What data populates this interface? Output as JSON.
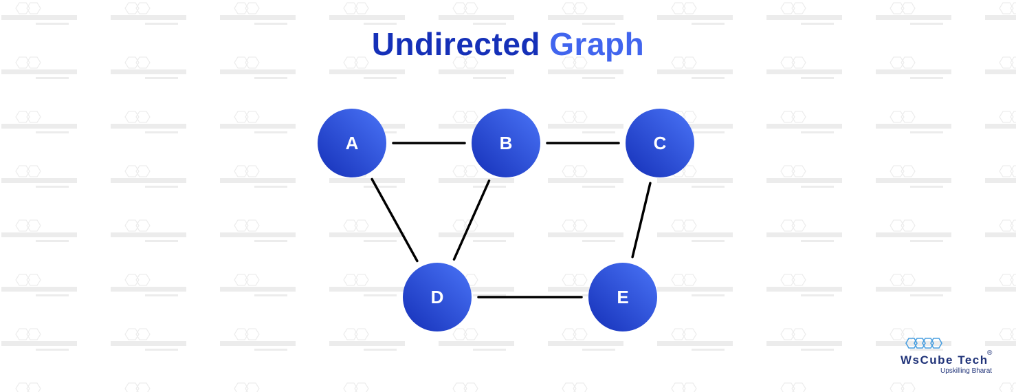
{
  "title": {
    "part1": "Undirected",
    "part2": "Graph"
  },
  "graph": {
    "nodes": [
      {
        "id": "A",
        "label": "A"
      },
      {
        "id": "B",
        "label": "B"
      },
      {
        "id": "C",
        "label": "C"
      },
      {
        "id": "D",
        "label": "D"
      },
      {
        "id": "E",
        "label": "E"
      }
    ],
    "edges": [
      [
        "A",
        "B"
      ],
      [
        "B",
        "C"
      ],
      [
        "A",
        "D"
      ],
      [
        "B",
        "D"
      ],
      [
        "C",
        "E"
      ],
      [
        "D",
        "E"
      ]
    ],
    "node_color_dark": "#1530b8",
    "node_color_light": "#4a74f7",
    "edge_color": "#000000"
  },
  "branding": {
    "name": "WsCube Tech",
    "tagline": "Upskilling Bharat",
    "registered": "®",
    "color": "#1f3278",
    "hex_color": "#4a9fe0"
  }
}
